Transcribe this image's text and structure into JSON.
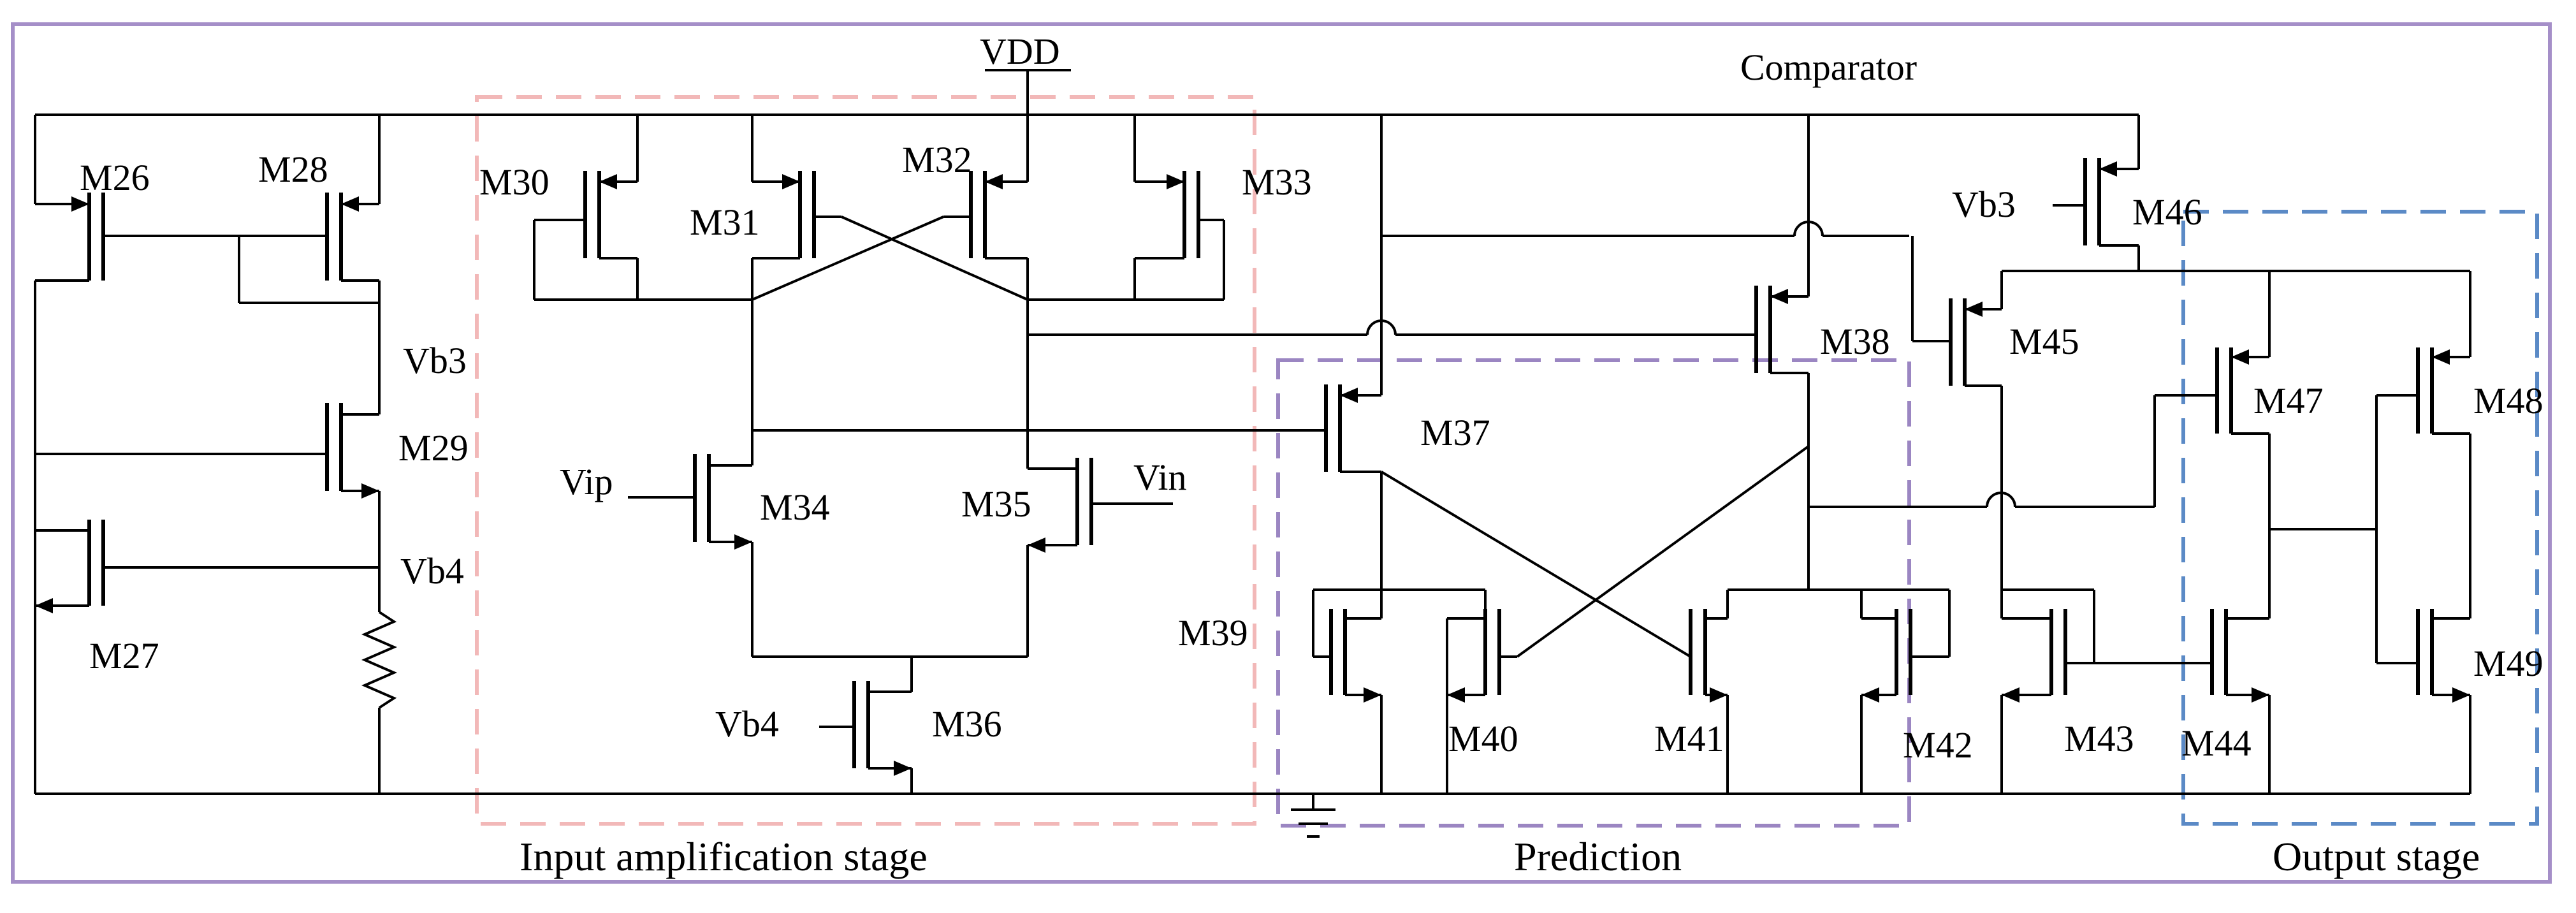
{
  "supply": "VDD",
  "sections": {
    "comparator": "Comparator",
    "input_stage": "Input amplification stage",
    "prediction": "Prediction",
    "output_stage": "Output stage"
  },
  "labels": {
    "m26": "M26",
    "m27": "M27",
    "m28": "M28",
    "m29": "M29",
    "m30": "M30",
    "m31": "M31",
    "m32": "M32",
    "m33": "M33",
    "m34": "M34",
    "m35": "M35",
    "m36": "M36",
    "m37": "M37",
    "m38": "M38",
    "m39": "M39",
    "m40": "M40",
    "m41": "M41",
    "m42": "M42",
    "m43": "M43",
    "m44": "M44",
    "m45": "M45",
    "m46": "M46",
    "m47": "M47",
    "m48": "M48",
    "m49": "M49",
    "vb3_left": "Vb3",
    "vb4_left": "Vb4",
    "vb4_bottom": "Vb4",
    "vb3_right": "Vb3",
    "vip": "Vip",
    "vin": "Vin"
  },
  "colors": {
    "outer_frame": "#a58fc8",
    "input_box": "#f2b8b8",
    "prediction_box": "#9b86c2",
    "output_box": "#5b8ac6",
    "wire": "#000000"
  }
}
